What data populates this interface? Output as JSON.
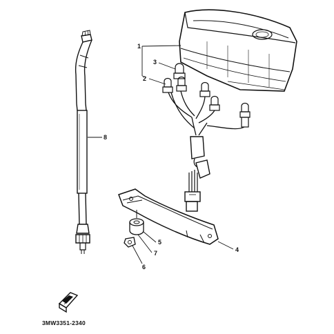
{
  "diagram": {
    "callouts": [
      {
        "id": "1",
        "label": "1"
      },
      {
        "id": "2",
        "label": "2"
      },
      {
        "id": "3",
        "label": "3"
      },
      {
        "id": "4",
        "label": "4"
      },
      {
        "id": "5",
        "label": "5"
      },
      {
        "id": "6",
        "label": "6"
      },
      {
        "id": "7",
        "label": "7"
      },
      {
        "id": "8",
        "label": "8"
      }
    ],
    "part_code": "3MW3351-2340"
  }
}
